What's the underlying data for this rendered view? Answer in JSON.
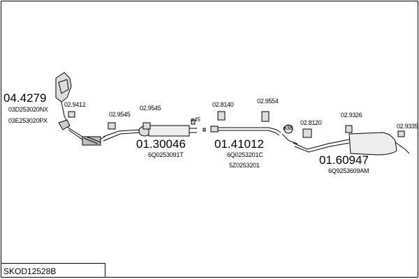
{
  "diagram": {
    "part_numbers": {
      "catalyst": "04.4279",
      "front_pipe": "01.30046",
      "middle_silencer": "01.41012",
      "rear_silencer": "01.60947"
    },
    "oe_numbers": {
      "catalyst_1": "03D253020NX",
      "catalyst_2": "03E253020PX",
      "front_pipe": "6Q0253091T",
      "middle_1": "6Q0253201C",
      "middle_2": "5Z0253201",
      "rear": "6Q9253609AM"
    },
    "fittings": {
      "f1": "02.9412",
      "f2": "02.9545",
      "f3": "02.9545",
      "f4": "02.8140",
      "f5": "02.9554",
      "f6": "02.8120",
      "f7": "02.9326",
      "f8": "02.9335"
    },
    "diameters": {
      "d1": "ø45",
      "d2": "ø38"
    }
  },
  "footer": {
    "code": "SKOD12528B"
  }
}
